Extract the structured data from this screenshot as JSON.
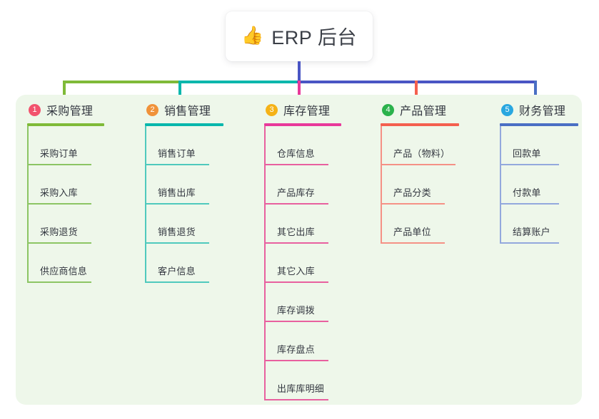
{
  "root": {
    "icon": "thumbs-up-emoji",
    "emoji": "👍",
    "title": "ERP 后台"
  },
  "theme": {
    "panel_bg": "#eef7ea",
    "page_bg": "#ffffff",
    "text": "#333740",
    "root_line": "#4a55c4"
  },
  "connectors": {
    "segments": [
      {
        "name": "green-segment",
        "color": "#7fba38"
      },
      {
        "name": "teal-segment",
        "color": "#08b7ac"
      },
      {
        "name": "blue-segment",
        "color": "#4a55c4"
      }
    ]
  },
  "columns": [
    {
      "index": "1",
      "title": "采购管理",
      "badge_color": "#f2536d",
      "accent": "#7fba38",
      "leaf_accent": "#8cc564",
      "items": [
        {
          "label": "采购订单"
        },
        {
          "label": "采购入库"
        },
        {
          "label": "采购退货"
        },
        {
          "label": "供应商信息"
        }
      ]
    },
    {
      "index": "2",
      "title": "销售管理",
      "badge_color": "#f0923a",
      "accent": "#08b7ac",
      "leaf_accent": "#4fc9bd",
      "items": [
        {
          "label": "销售订单"
        },
        {
          "label": "销售出库"
        },
        {
          "label": "销售退货"
        },
        {
          "label": "客户信息"
        }
      ]
    },
    {
      "index": "3",
      "title": "库存管理",
      "badge_color": "#f5b217",
      "accent": "#e8399a",
      "leaf_accent": "#e8609f",
      "items": [
        {
          "label": "仓库信息"
        },
        {
          "label": "产品库存"
        },
        {
          "label": "其它出库"
        },
        {
          "label": "其它入库"
        },
        {
          "label": "库存调拨"
        },
        {
          "label": "库存盘点"
        },
        {
          "label": "出库库明细"
        }
      ]
    },
    {
      "index": "4",
      "title": "产品管理",
      "badge_color": "#2bb24c",
      "accent": "#f4604f",
      "leaf_accent": "#f59186",
      "items": [
        {
          "label": "产品（物料）"
        },
        {
          "label": "产品分类"
        },
        {
          "label": "产品单位"
        }
      ]
    },
    {
      "index": "5",
      "title": "财务管理",
      "badge_color": "#29a7e0",
      "accent": "#4a6fc4",
      "leaf_accent": "#93a8dd",
      "items": [
        {
          "label": "回款单"
        },
        {
          "label": "付款单"
        },
        {
          "label": "结算账户"
        }
      ]
    }
  ]
}
